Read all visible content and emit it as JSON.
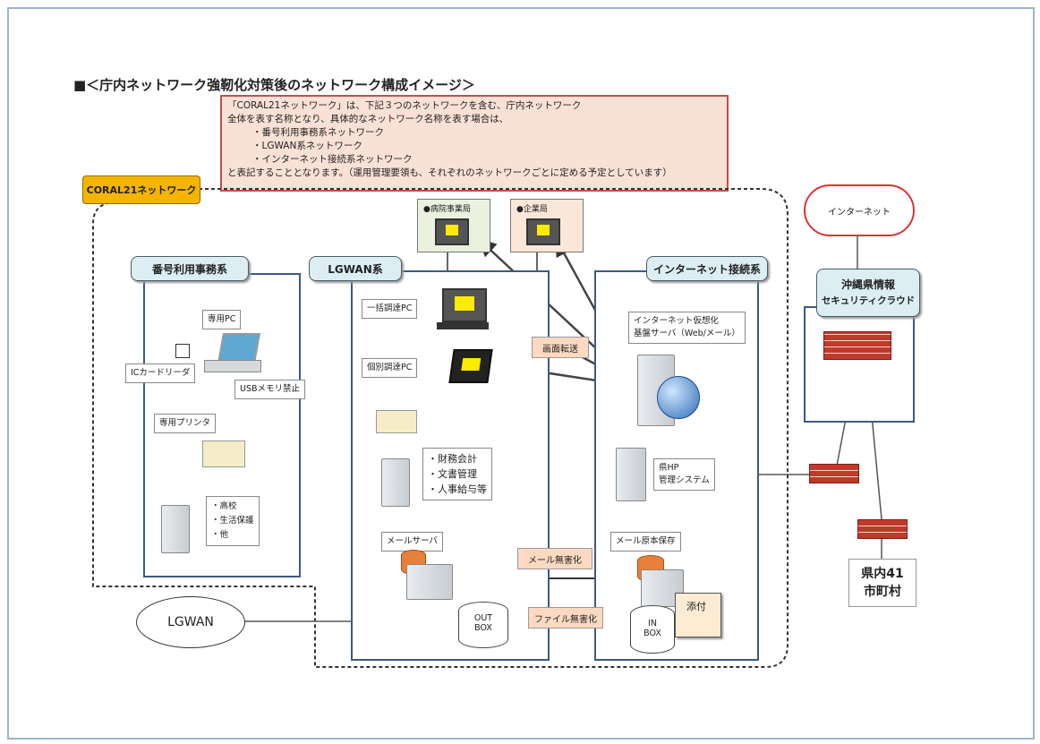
{
  "title": "■＜庁内ネットワーク強靭化対策後のネットワーク構成イメージ＞",
  "note_lines": [
    "「CORAL21ネットワーク」は、下記３つのネットワークを含む、庁内ネットワーク",
    "全体を表す名称となり、具体的なネットワーク名称を表す場合は、",
    "・番号利用事務系ネットワーク",
    "・LGWAN系ネットワーク",
    "・インターネット接続系ネットワーク",
    "と表記することとなります。（運用管理要領も、それぞれのネットワークごとに定める予定としています）"
  ],
  "coral_label": "CORAL21ネットワーク",
  "zones": {
    "mynumber": "番号利用事務系",
    "lgwan": "LGWAN系",
    "internet": "インターネット接続系"
  },
  "mynumber": {
    "pc_label": "専用PC",
    "card_reader": "ICカードリーダ",
    "usb_label": "USBメモリ禁止",
    "printer_label": "専用プリンタ",
    "server_items": [
      "・高校",
      "・生活保護",
      "・他"
    ]
  },
  "lgwan": {
    "pc1": "一括調達PC",
    "pc2": "個別調達PC",
    "server_items": [
      "・財務会計",
      "・文書管理",
      "・人事給与等"
    ],
    "mail_server": "メールサーバ",
    "outbox": [
      "OUT",
      "BOX"
    ]
  },
  "internet": {
    "virtual_server": [
      "インターネット仮想化",
      "基盤サーバ（Web/メール）"
    ],
    "hp_system": [
      "県HP",
      "管理システム"
    ],
    "mail_store": "メール原本保存",
    "attach": "添付",
    "inbox": [
      "IN",
      "BOX"
    ]
  },
  "tags": {
    "screen_transfer": "画面転送",
    "mail_sanitize": "メール無害化",
    "file_sanitize": "ファイル無害化"
  },
  "top_boxes": {
    "hospital": "●病院事業局",
    "enterprise": "●企業局"
  },
  "cloud": "インターネット",
  "security_cloud": [
    "沖縄県情報",
    "セキュリティクラウド"
  ],
  "municipalities": [
    "県内41",
    "市町村"
  ],
  "lgwan_ellipse": "LGWAN",
  "colors": {
    "coral": "#f4b400",
    "header_fill": "#ddeef3",
    "note_fill": "#f9e1d6",
    "note_border": "#c0504d",
    "zone_border": "#3d5a80"
  }
}
